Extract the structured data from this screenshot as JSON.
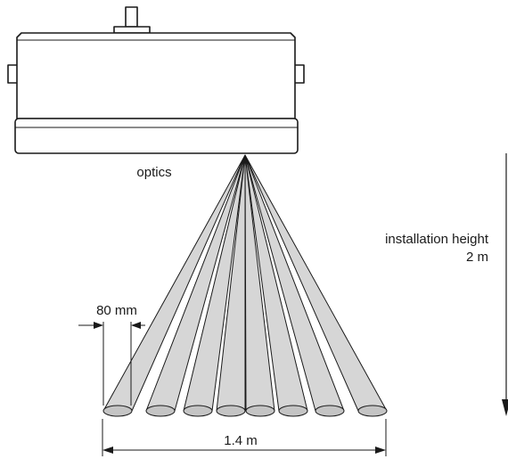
{
  "labels": {
    "optics": "optics",
    "installation_height": "installation height",
    "height_value": "2 m",
    "beam_width": "80 mm",
    "total_width": "1.4 m"
  },
  "colors": {
    "stroke": "#1a1a1a",
    "device_fill": "#ffffff",
    "beam_fill": "#d6d6d6",
    "spot_fill": "#c4c4c4"
  },
  "beams": {
    "count": 8
  }
}
